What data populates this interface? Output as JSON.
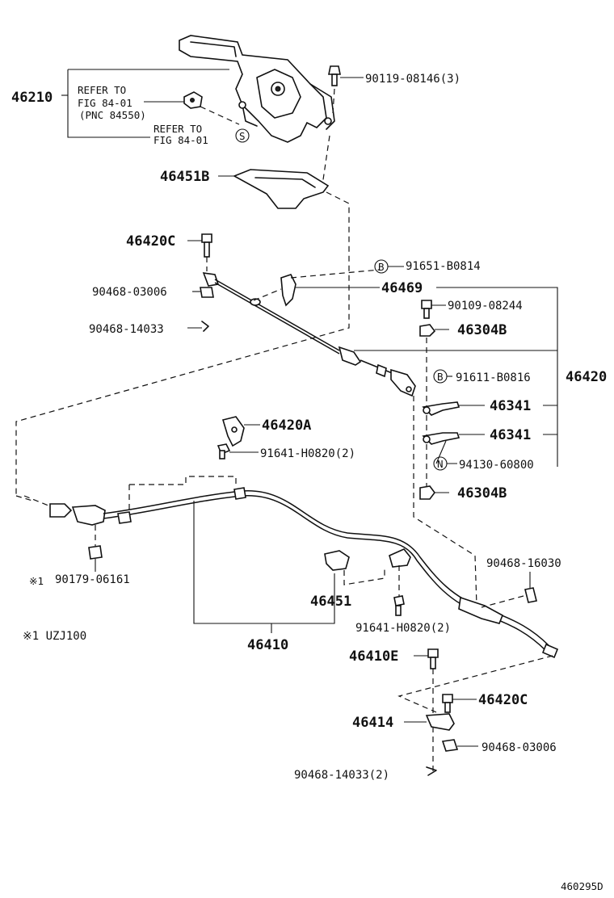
{
  "diagram_id": "460295D",
  "labels": {
    "p46210": "46210",
    "refer1": "REFER TO",
    "refer1b": "FIG 84-01",
    "refer1c": "(PNC 84550)",
    "refer2": "REFER TO",
    "refer2b": "FIG 84-01",
    "mark_s": "S",
    "p90119": "90119-08146(3)",
    "p46451B": "46451B",
    "p46420C_top": "46420C",
    "mark_b1": "B",
    "p91651": "91651-B0814",
    "p90468_03006_top": "90468-03006",
    "p46469": "46469",
    "p90109": "90109-08244",
    "p90468_14033_top": "90468-14033",
    "p46304B_top": "46304B",
    "mark_b2": "B",
    "p91611": "91611-B0816",
    "p46420": "46420",
    "p46341_a": "46341",
    "p46420A": "46420A",
    "p46341_b": "46341",
    "p91641_top": "91641-H0820(2)",
    "mark_n": "N",
    "p94130": "94130-60800",
    "p46304B_bot": "46304B",
    "p90468_16030": "90468-16030",
    "note_mark": "※1",
    "p90179": "90179-06161",
    "p46451": "46451",
    "p91641_bot": "91641-H0820(2)",
    "note_text": "※1 UZJ100",
    "p46410": "46410",
    "p46410E": "46410E",
    "p46420C_bot": "46420C",
    "p46414": "46414",
    "p90468_03006_bot": "90468-03006",
    "p90468_14033_bot": "90468-14033(2)"
  }
}
